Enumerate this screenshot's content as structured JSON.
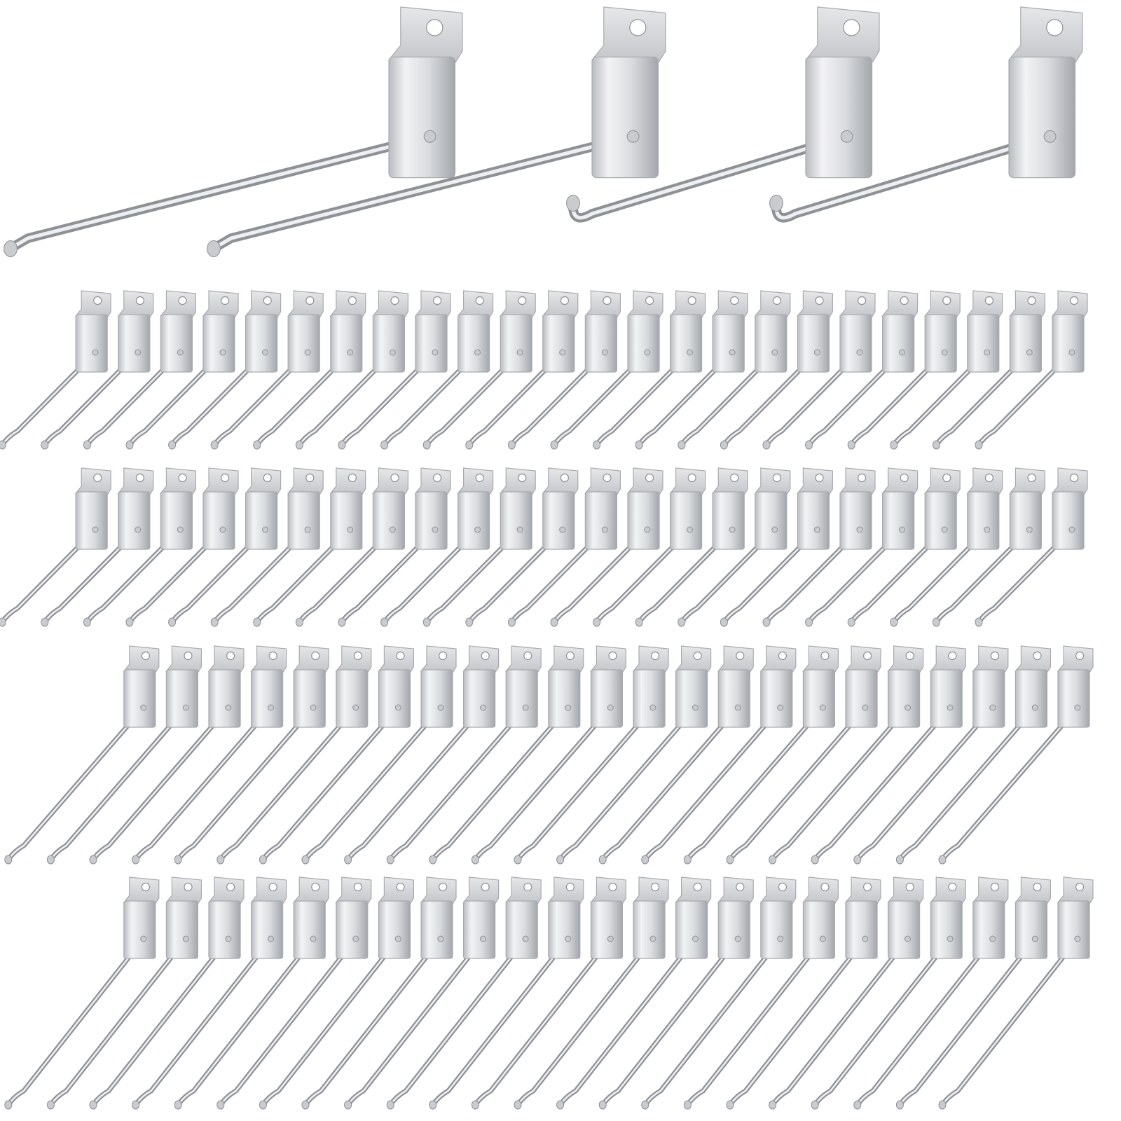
{
  "image": {
    "subject": "slatwall-hooks",
    "background_color": "#ffffff",
    "metal_colors": {
      "light": "#eeeff1",
      "mid": "#c9cbcf",
      "dark": "#8e9196",
      "edge": "#a7aaaf"
    },
    "large_hooks": 4,
    "small_hook_rows": [
      {
        "count": 24,
        "length": "short"
      },
      {
        "count": 24,
        "length": "short"
      },
      {
        "count": 23,
        "length": "long"
      },
      {
        "count": 23,
        "length": "long"
      }
    ]
  }
}
